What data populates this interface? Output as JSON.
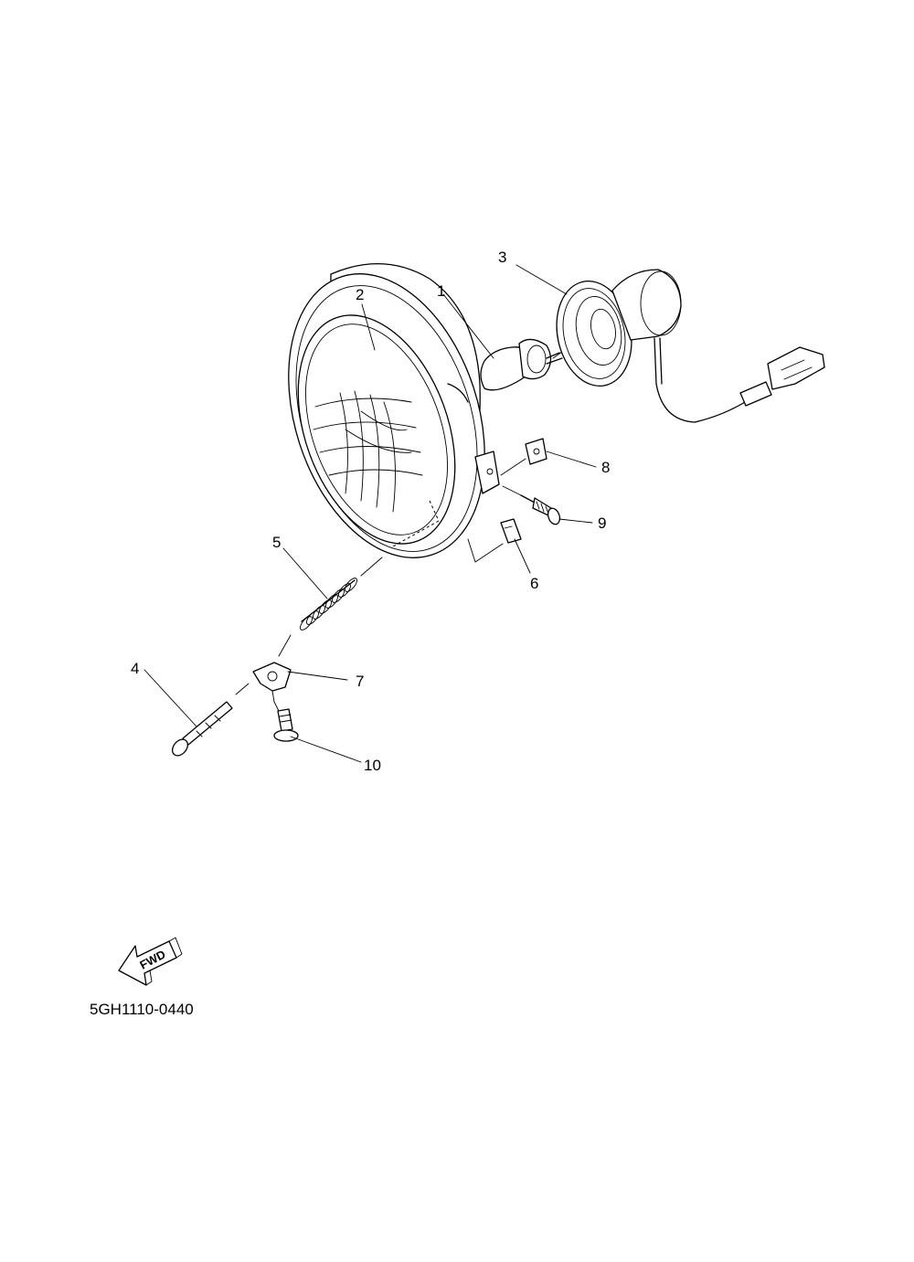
{
  "callouts": {
    "c1": "1",
    "c2": "2",
    "c3": "3",
    "c4": "4",
    "c5": "5",
    "c6": "6",
    "c7": "7",
    "c8": "8",
    "c9": "9",
    "c10": "10"
  },
  "fwd_label": "FWD",
  "diagram_code": "5GH1110-0440"
}
